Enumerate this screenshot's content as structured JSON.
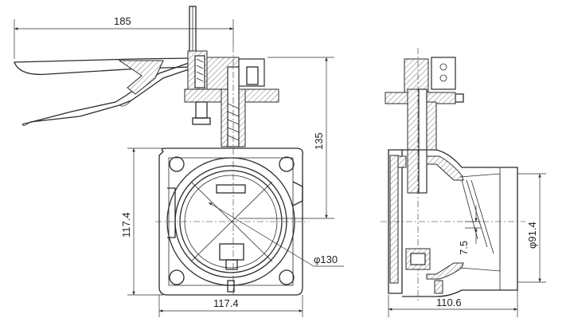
{
  "dimensions": {
    "handle_length": "185",
    "stem_height": "135",
    "flange_height": "117.4",
    "flange_width": "117.4",
    "port_diameter": "φ130",
    "offset": "7.5",
    "outlet_diameter": "φ91.4",
    "body_length": "110.6"
  }
}
